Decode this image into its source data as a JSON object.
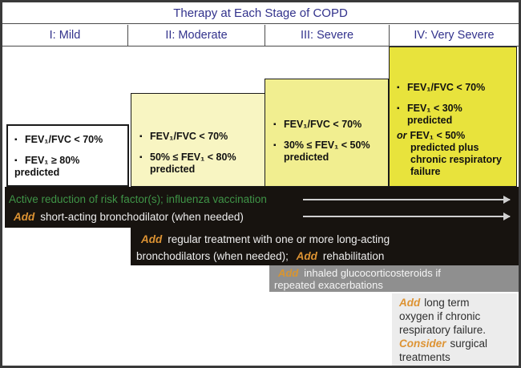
{
  "title": "Therapy at Each Stage of COPD",
  "glyphs": {
    "bullet": "▪"
  },
  "stages": [
    {
      "label": "I: Mild",
      "criteria": [
        {
          "main": "FEV₁/FVC < 70%"
        },
        {
          "main": "FEV₁ ≥ 80%",
          "wrap": "predicted"
        }
      ]
    },
    {
      "label": "II: Moderate",
      "criteria": [
        {
          "main": "FEV₁/FVC < 70%"
        },
        {
          "main": "50% ≤ FEV₁ < 80%",
          "wrap": "predicted"
        }
      ]
    },
    {
      "label": "III: Severe",
      "criteria": [
        {
          "main": "FEV₁/FVC < 70%"
        },
        {
          "main": "30% ≤ FEV₁ < 50%",
          "wrap": "predicted"
        }
      ]
    },
    {
      "label": "IV: Very Severe",
      "criteria": [
        {
          "main": "FEV₁/FVC < 70%"
        },
        {
          "main": "FEV₁ < 30%",
          "wrap": "predicted"
        }
      ],
      "or_criterion": {
        "em": "or",
        "line1": "FEV₁ < 50%",
        "lines": [
          "predicted plus",
          "chronic respiratory",
          "failure"
        ]
      }
    }
  ],
  "therapy_bars": {
    "risk_reduction": {
      "text": "Active reduction of risk factor(s); influenza vaccination"
    },
    "short_acting": {
      "em": "Add",
      "text": "short-acting bronchodilator (when needed)"
    },
    "long_acting": {
      "em1": "Add",
      "line1": "regular treatment with one or more long-acting",
      "line2": "bronchodilators (when needed);",
      "em2": "Add",
      "text2": "rehabilitation"
    },
    "glucocorticosteroids": {
      "em": "Add",
      "line1": "inhaled glucocorticosteroids if",
      "line2": "repeated exacerbations"
    },
    "oxygen_surgery": {
      "lines": [
        {
          "em": "Add",
          "text": "long term"
        },
        {
          "text": "oxygen if chronic"
        },
        {
          "text": "respiratory failure."
        },
        {
          "em": "Consider",
          "text": "surgical"
        },
        {
          "text": "treatments"
        }
      ]
    }
  },
  "colors": {
    "navy": "#32328c",
    "green": "#3f9447",
    "orange": "#dd9333",
    "stage1_bg": "#ffffff",
    "stage2_bg": "#f8f5c2",
    "stage3_bg": "#f1ee90",
    "stage4_bg": "#e8e33c",
    "bar_black": "#17130f",
    "bar_gray": "#8f8f8f",
    "box_light": "#ececec",
    "arrow": "#d0d0d0"
  }
}
